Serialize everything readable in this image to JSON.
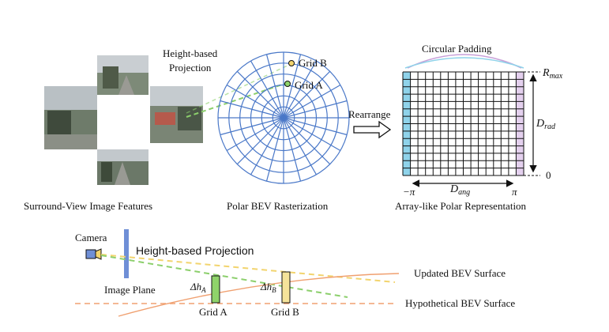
{
  "top": {
    "surround_caption": "Surround-View Image Features",
    "projection_label_line1": "Height-based",
    "projection_label_line2": "Projection",
    "polar_caption": "Polar BEV Rasterization",
    "grid_b": "Grid B",
    "grid_a": "Grid A",
    "rearrange": "Rearrange",
    "circular_padding": "Circular Padding",
    "r_max_sym": "R",
    "r_max_sub": "max",
    "d_rad_sym": "D",
    "d_rad_sub": "rad",
    "zero": "0",
    "neg_pi": "−π",
    "pi": "π",
    "d_ang_sym": "D",
    "d_ang_sub": "ang",
    "array_caption": "Array-like Polar Representation"
  },
  "bottom": {
    "camera": "Camera",
    "height_projection": "Height-based Projection",
    "image_plane": "Image Plane",
    "delta_a": "Δh",
    "delta_a_sub": "A",
    "delta_b": "Δh",
    "delta_b_sub": "B",
    "grid_a": "Grid A",
    "grid_b": "Grid B",
    "updated_surface": "Updated BEV Surface",
    "hypothetical_surface": "Hypothetical BEV Surface"
  },
  "colors": {
    "grid_blue": "#4a78c8",
    "padding_cyan": "#8fd3ea",
    "bar_blue": "#6f8fd6",
    "green_dash": "#8ccf6c",
    "yellow_dash": "#f2d46e",
    "orange_curve": "#f0a070",
    "grid_a_fill": "#8fd36a",
    "grid_b_fill": "#f5e39a"
  },
  "icons": [
    "camera-icon",
    "right-arrow-icon",
    "double-arrow-icon"
  ]
}
